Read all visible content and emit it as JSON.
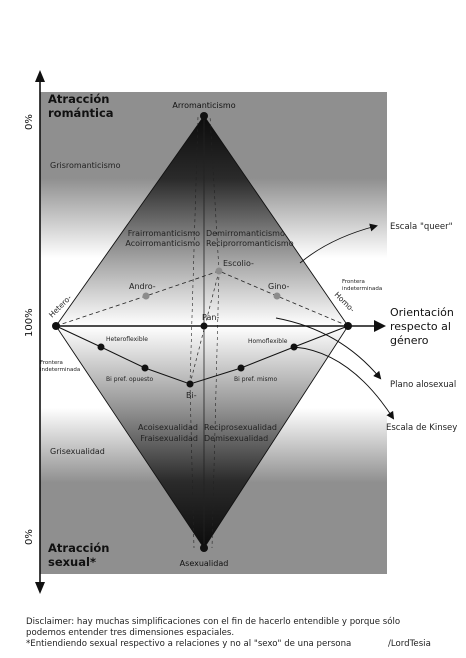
{
  "labels": {
    "pct_top": "0%",
    "pct_mid": "100%",
    "pct_bottom": "0%",
    "romantic_axis_1": "Atracción",
    "romantic_axis_2": "romántica",
    "sexual_axis_1": "Atracción",
    "sexual_axis_2": "sexual*",
    "aromanticism": "Arromanticismo",
    "asexuality": "Asexualidad",
    "grayromanticism": "Grisromanticismo",
    "graysexuality": "Grisexualidad",
    "frayromanticism": "Frairromanticismo",
    "acoromanticism": "Acoirromanticismo",
    "demiromanticism": "Demirromanticismo",
    "reciproromanticism": "Reciprorromanticismo",
    "acosexuality": "Acoisexualidad",
    "fraysexuality": "Fraisexualidad",
    "reciprosexuality": "Reciprosexualidad",
    "demisexuality": "Demisexualidad",
    "hetero": "Hetero-",
    "homo": "Homo-",
    "pan": "Pan-",
    "bi": "Bi-",
    "andro": "Andro-",
    "gyno": "Gino-",
    "skolio": "Escolio-",
    "heteroflexible": "Heteroflexible",
    "homoflexible": "Homoflexible",
    "bi_pref_opposite": "Bi pref. opuesto",
    "bi_pref_same": "Bi pref. mismo",
    "undetermined_left_1": "Frontera",
    "undetermined_left_2": "indeterminada",
    "undetermined_right_1": "Frontera",
    "undetermined_right_2": "indeterminada",
    "queer_scale": "Escala \"queer\"",
    "gender_orientation_1": "Orientación",
    "gender_orientation_2": "respecto al",
    "gender_orientation_3": "género",
    "allosexual_plane": "Plano alosexual",
    "kinsey_scale": "Escala de Kinsey"
  },
  "footer": {
    "line1": "Disclaimer: hay muchas simplificaciones con el fin de hacerlo entendible y porque sólo",
    "line2": "podemos entender tres dimensiones espaciales.",
    "line3": "*Entiendiendo sexual respectivo a relaciones y no al \"sexo\" de una persona",
    "signature": "/LordTesia"
  },
  "colors": {
    "band_dark": "#8f8f8f",
    "band_light": "#ffffff",
    "line": "#111111",
    "dot": "#111111",
    "dot_gray": "#8c8c8c"
  }
}
